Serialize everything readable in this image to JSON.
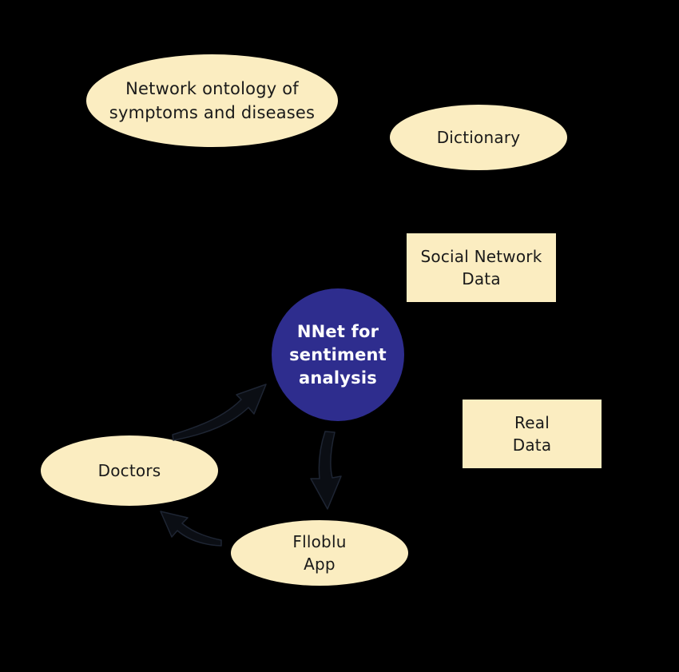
{
  "colors": {
    "background": "#000000",
    "node_fill": "#fbedc1",
    "central_fill": "#2e2d8e",
    "arrow_fill": "#0b0e14",
    "arrow_stroke": "#1e2533"
  },
  "nodes": {
    "ontology": {
      "label": "Network ontology of\nsymptoms and diseases",
      "shape": "ellipse"
    },
    "dictionary": {
      "label": "Dictionary",
      "shape": "ellipse"
    },
    "social": {
      "label": "Social Network\nData",
      "shape": "rectangle"
    },
    "real": {
      "label": "Real\nData",
      "shape": "rectangle"
    },
    "nnet": {
      "label": "NNet for\nsentiment\nanalysis",
      "shape": "circle"
    },
    "doctors": {
      "label": "Doctors",
      "shape": "ellipse"
    },
    "app": {
      "label": "Flloblu\nApp",
      "shape": "ellipse"
    }
  },
  "edges": [
    {
      "from": "doctors",
      "to": "nnet"
    },
    {
      "from": "nnet",
      "to": "app"
    },
    {
      "from": "app",
      "to": "doctors"
    }
  ]
}
